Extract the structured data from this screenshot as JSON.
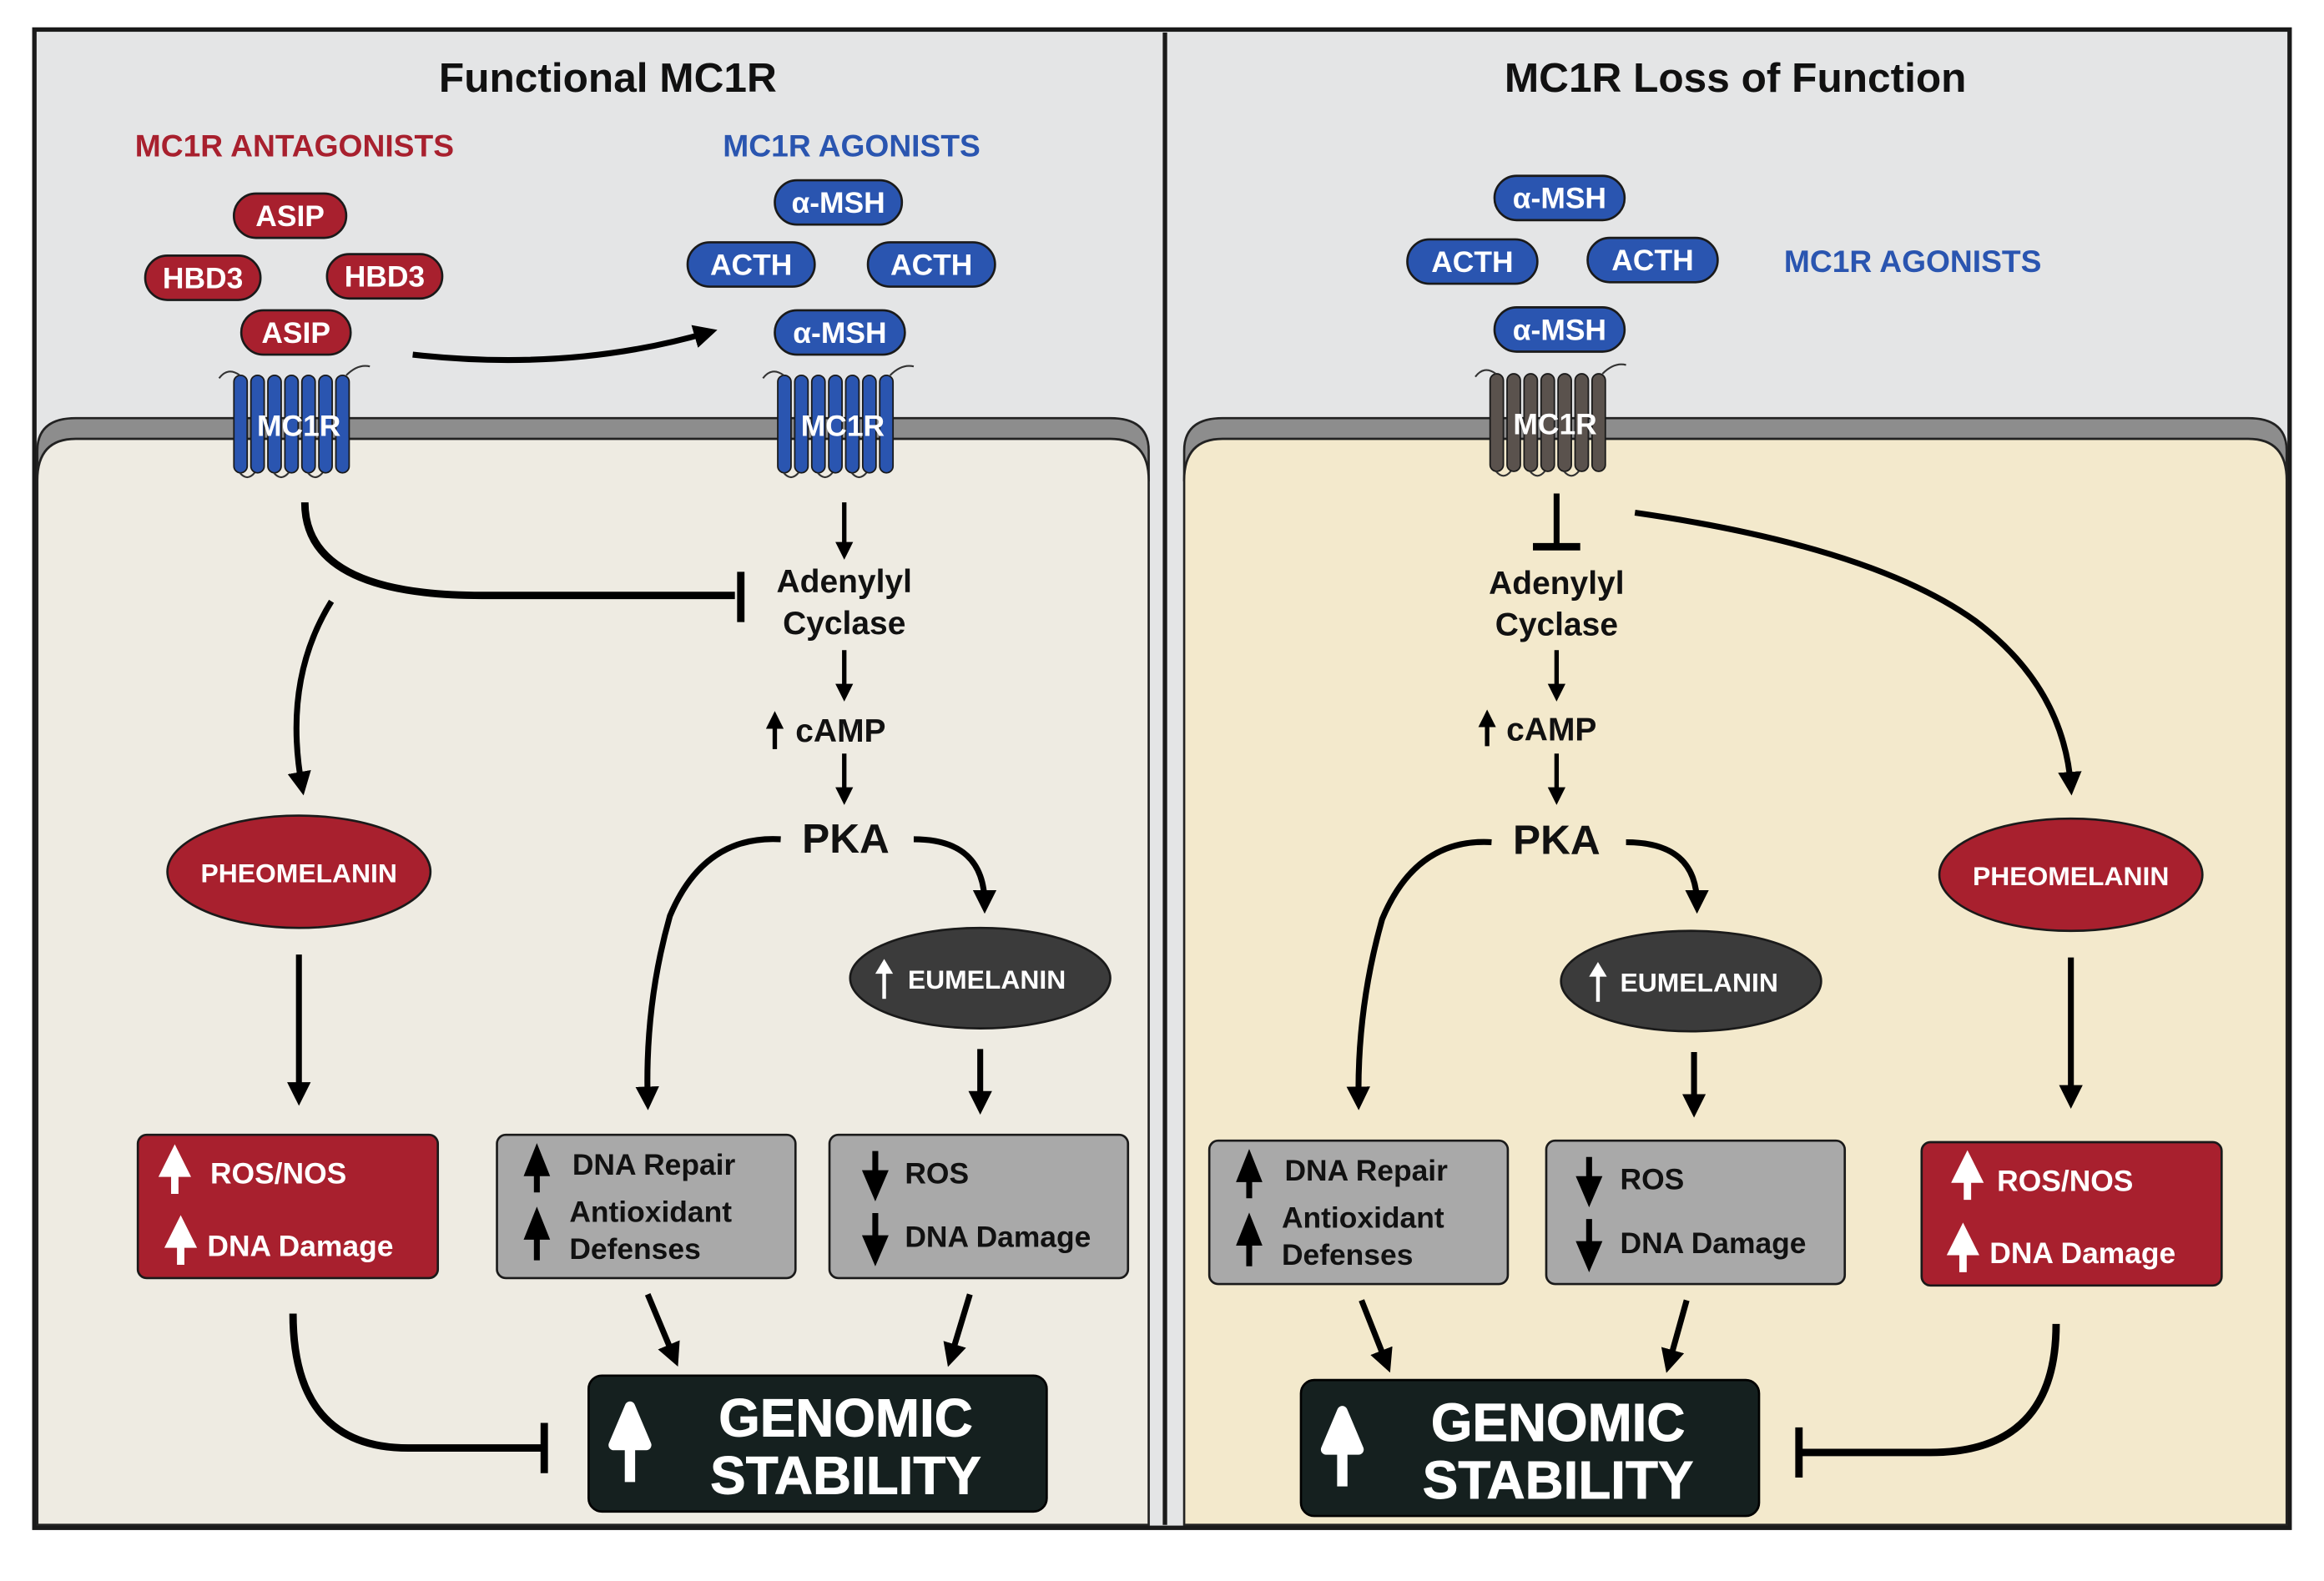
{
  "left_panel": {
    "title": "Functional MC1R",
    "antagonists_label": "MC1R ANTAGONISTS",
    "agonists_label": "MC1R AGONISTS",
    "antagonists": [
      "ASIP",
      "HBD3",
      "HBD3",
      "ASIP"
    ],
    "agonists": [
      "α-MSH",
      "ACTH",
      "ACTH",
      "α-MSH"
    ],
    "receptor_label": "MC1R",
    "adenylyl_line1": "Adenylyl",
    "adenylyl_line2": "Cyclase",
    "camp": "cAMP",
    "pka": "PKA",
    "pheomelanin": "PHEOMELANIN",
    "eumelanin": "EUMELANIN",
    "ros_nos": "ROS/NOS",
    "dna_damage": "DNA Damage",
    "dna_repair": "DNA Repair",
    "antioxidant_line1": "Antioxidant",
    "antioxidant_line2": "Defenses",
    "ros": "ROS",
    "genomic": "GENOMIC",
    "stability": "STABILITY"
  },
  "right_panel": {
    "title": "MC1R Loss of Function",
    "agonists_label": "MC1R AGONISTS",
    "agonists": [
      "α-MSH",
      "ACTH",
      "ACTH",
      "α-MSH"
    ],
    "receptor_label": "MC1R",
    "adenylyl_line1": "Adenylyl",
    "adenylyl_line2": "Cyclase",
    "camp": "cAMP",
    "pka": "PKA",
    "pheomelanin": "PHEOMELANIN",
    "eumelanin": "EUMELANIN",
    "ros_nos": "ROS/NOS",
    "dna_damage": "DNA Damage",
    "dna_repair": "DNA Repair",
    "antioxidant_line1": "Antioxidant",
    "antioxidant_line2": "Defenses",
    "ros": "ROS",
    "genomic": "GENOMIC",
    "stability": "STABILITY"
  },
  "colors": {
    "antagonist_red": "#a8202e",
    "agonist_blue": "#2a55b0",
    "receptor_gray": "#5a524d",
    "extracellular": "#e4e5e6",
    "cytoplasm_left": "#eeebe2",
    "cytoplasm_right": "#f3e9cc",
    "membrane": "#8d8d8d",
    "eumelanin_dark": "#3b3b3b",
    "stability_dark": "#15201f",
    "gray_box": "#a9a9a9"
  },
  "icons": [
    "up-arrow-icon",
    "down-arrow-icon",
    "activation-arrow-icon",
    "inhibition-bar-icon"
  ]
}
